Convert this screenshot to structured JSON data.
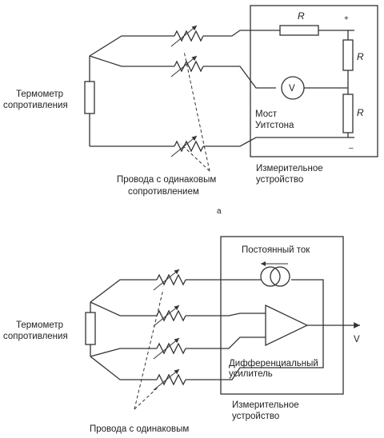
{
  "diagram_a": {
    "thermometer_label_line1": "Термометр",
    "thermometer_label_line2": "сопротивления",
    "resistor_symbol": "R",
    "resistor_symbol_right_top": "R",
    "resistor_symbol_right_bottom": "R",
    "plus_sign": "+",
    "minus_sign": "–",
    "voltmeter_symbol": "V",
    "bridge_label_line1": "Мост",
    "bridge_label_line2": "Уитстона",
    "wires_label_line1": "Провода с одинаковым",
    "wires_label_line2": "сопротивлением",
    "device_label_line1": "Измерительное",
    "device_label_line2": "устройство",
    "caption": "a"
  },
  "diagram_b": {
    "thermometer_label_line1": "Термометр",
    "thermometer_label_line2": "сопротивления",
    "current_label": "Постоянный ток",
    "amplifier_label_line1": "Дифференциальный",
    "amplifier_label_line2": "усилитель",
    "output_symbol": "V",
    "device_label_line1": "Измерительное",
    "device_label_line2": "устройство",
    "wires_label": "Провода с одинаковым"
  }
}
